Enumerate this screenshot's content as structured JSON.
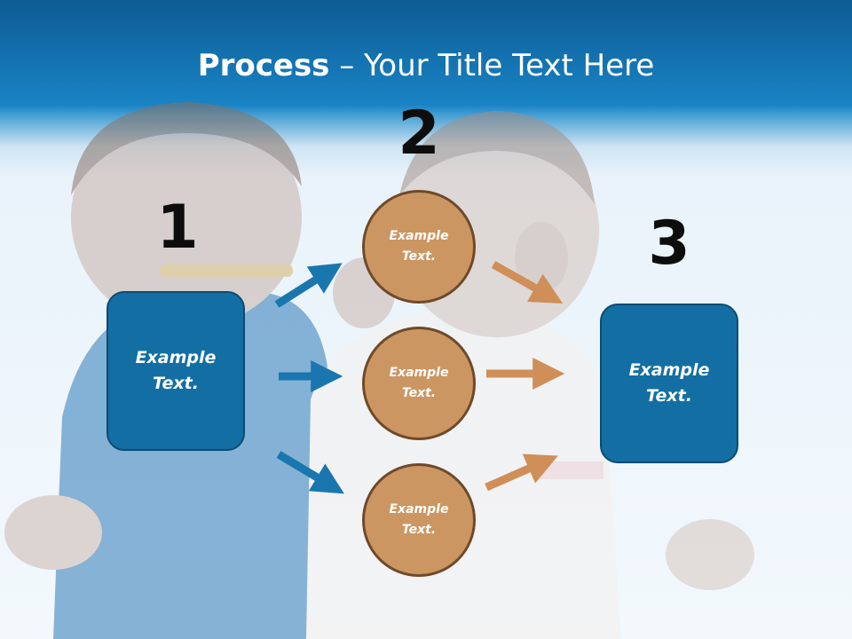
{
  "title": {
    "bold": "Process",
    "rest": " – Your Title Text Here"
  },
  "steps": {
    "one": "1",
    "two": "2",
    "three": "3"
  },
  "left_box": {
    "line1": "Example",
    "line2": "Text."
  },
  "right_box": {
    "line1": "Example",
    "line2": "Text."
  },
  "circles": [
    {
      "line1": "Example",
      "line2": "Text."
    },
    {
      "line1": "Example",
      "line2": "Text."
    },
    {
      "line1": "Example",
      "line2": "Text."
    }
  ],
  "colors": {
    "header_blue": "#1883c4",
    "box_blue": "#136fa3",
    "circle_tan": "#cc9662",
    "arrow_blue": "#1a76ae",
    "arrow_tan": "#d08e58"
  }
}
